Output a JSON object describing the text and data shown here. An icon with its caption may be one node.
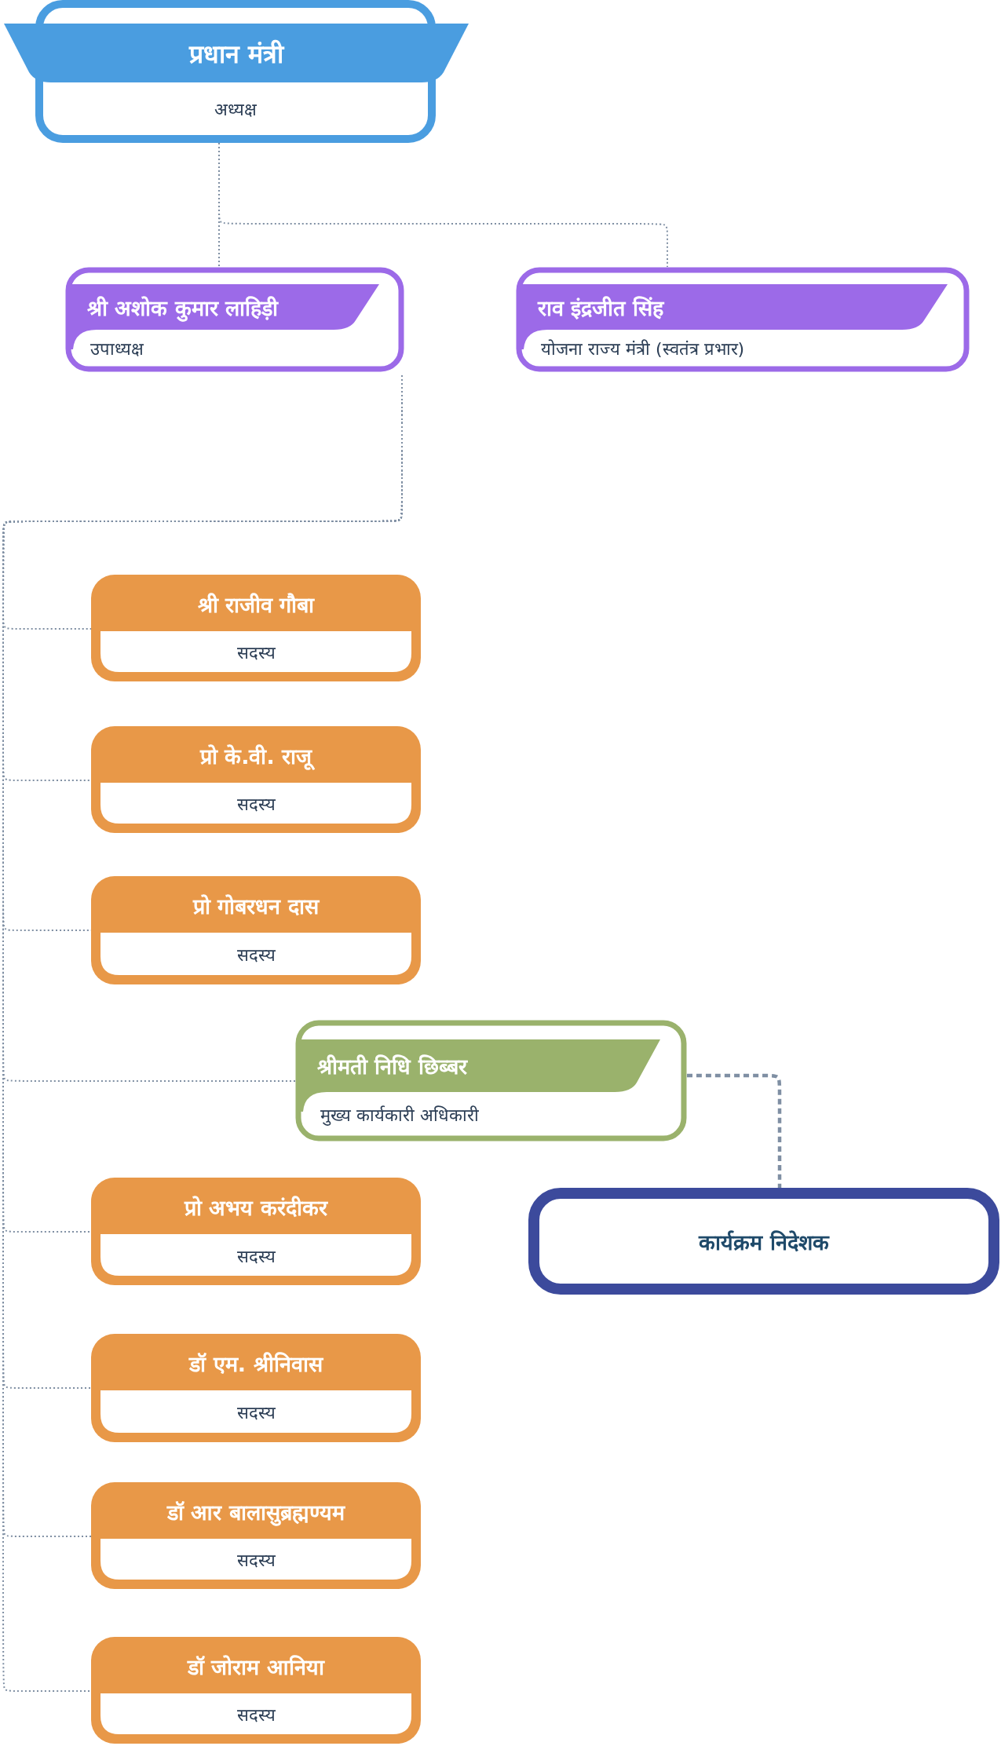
{
  "diagram": {
    "nodes": [
      {
        "text": [
          "प्रधान मंत्री",
          "अध्यक्ष"
        ]
      },
      {
        "text": [
          "श्री अशोक कुमार लाहिड़ी",
          "उपाध्यक्ष"
        ]
      },
      {
        "text": [
          "राव इंद्रजीत सिंह",
          "योजना राज्य मंत्री (स्वतंत्र प्रभार)"
        ]
      },
      {
        "text": [
          "श्री राजीव गौबा",
          "सदस्य"
        ]
      },
      {
        "text": [
          "प्रो के.वी. राजू",
          "सदस्य"
        ]
      },
      {
        "text": [
          "प्रो गोबरधन दास",
          "सदस्य"
        ]
      },
      {
        "text": [
          "श्रीमती निधि छिब्बर",
          "मुख्य कार्यकारी अधिकारी"
        ]
      },
      {
        "text": [
          "प्रो अभय करंदीकर",
          "सदस्य"
        ]
      },
      {
        "text": [
          "डॉ एम. श्रीनिवास",
          "सदस्य"
        ]
      },
      {
        "text": [
          "डॉ आर बालासुब्रह्मण्यम",
          "सदस्य"
        ]
      },
      {
        "text": [
          "डॉ जोराम आनिया",
          "सदस्य"
        ]
      },
      {
        "text": [
          "कार्यक्रम निदेशक"
        ]
      }
    ],
    "edges": [
      {
        "from": 0,
        "to": 1,
        "arrow": "none"
      },
      {
        "from": 0,
        "to": 2,
        "arrow": "none"
      },
      {
        "from": 1,
        "to": 3,
        "arrow": "none"
      },
      {
        "from": 1,
        "to": 4,
        "arrow": "none"
      },
      {
        "from": 1,
        "to": 5,
        "arrow": "none"
      },
      {
        "from": 1,
        "to": 6,
        "arrow": "none"
      },
      {
        "from": 1,
        "to": 7,
        "arrow": "none"
      },
      {
        "from": 1,
        "to": 8,
        "arrow": "none"
      },
      {
        "from": 1,
        "to": 9,
        "arrow": "none"
      },
      {
        "from": 1,
        "to": 10,
        "arrow": "none"
      },
      {
        "from": 6,
        "to": 11,
        "arrow": "none",
        "style": "dashed"
      }
    ]
  }
}
